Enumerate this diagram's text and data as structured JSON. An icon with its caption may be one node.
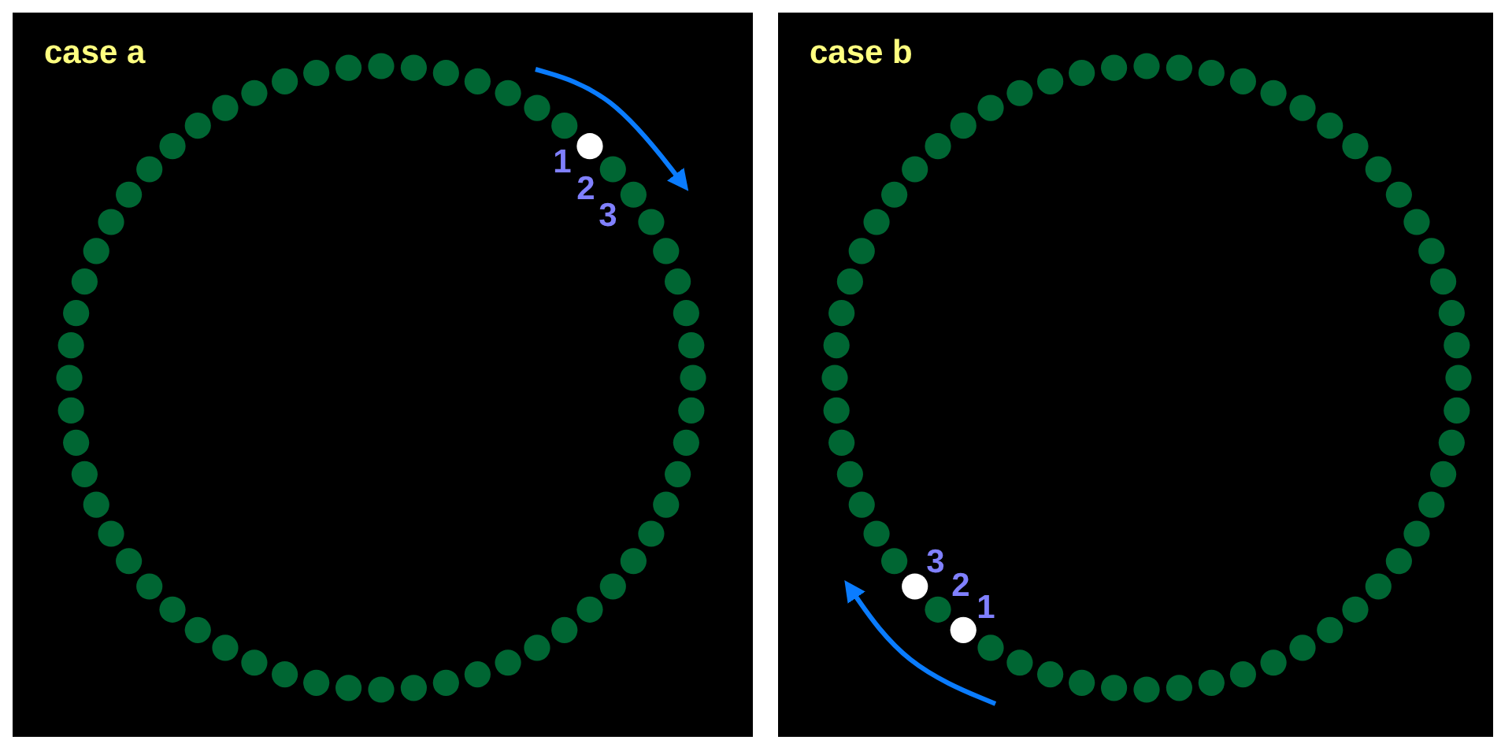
{
  "diagram": {
    "nodes": [
      {
        "text": [
          "case a"
        ]
      },
      {
        "text": [
          "case b"
        ]
      }
    ],
    "labels": [
      "1",
      "2",
      "3",
      "3",
      "2",
      "1"
    ]
  }
}
